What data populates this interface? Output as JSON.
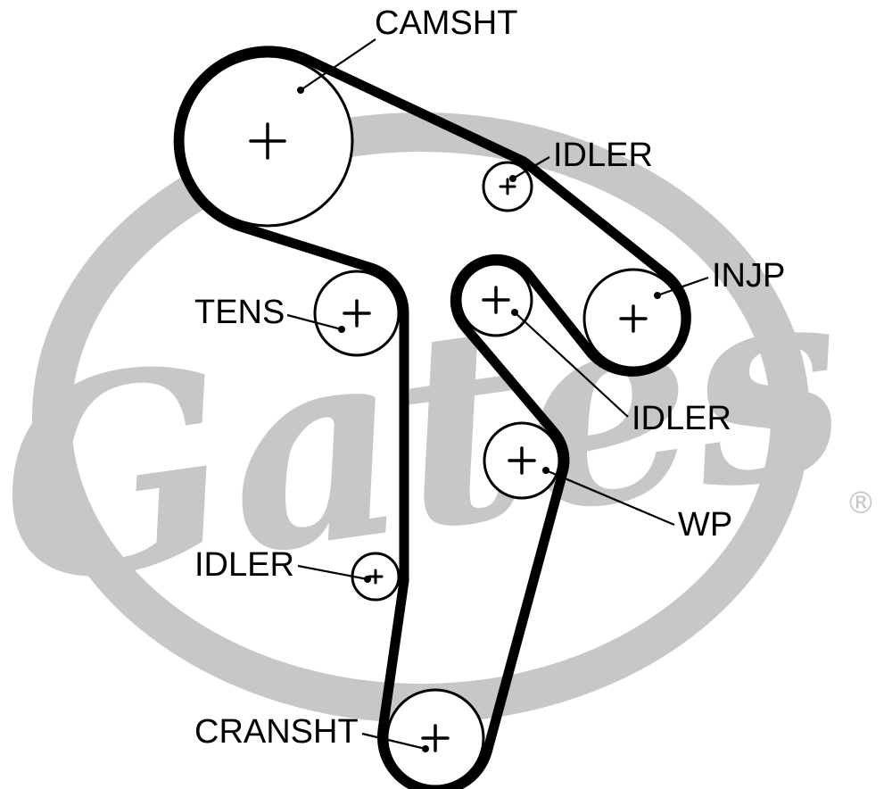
{
  "labels": {
    "camshaft": "CAMSHT",
    "idler_top": "IDLER",
    "injection_pump": "INJP",
    "tensioner": "TENS",
    "idler_middle": "IDLER",
    "water_pump": "WP",
    "idler_bottom": "IDLER",
    "crankshaft": "CRANSHT"
  },
  "watermark": {
    "brand": "Gates",
    "registered_mark": "®",
    "color": "#c7c7c7"
  },
  "colors": {
    "belt": "#000000",
    "pulley_outline": "#000000",
    "pulley_fill": "#ffffff",
    "label_text": "#000000",
    "background": "#ffffff"
  }
}
